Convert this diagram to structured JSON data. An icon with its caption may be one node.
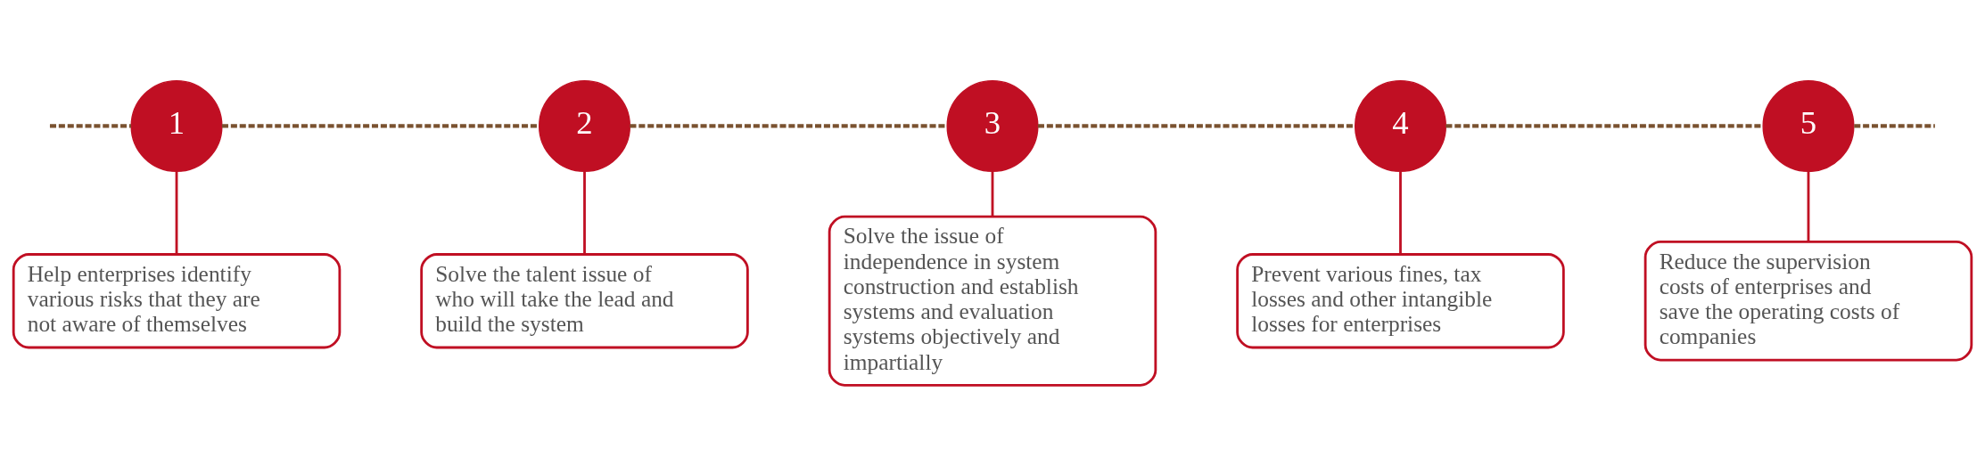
{
  "diagram": {
    "nodes": [
      {
        "text": [
          "1"
        ]
      },
      {
        "text": [
          "Help enterprises identify various risks that they are not aware of themselves"
        ]
      },
      {
        "text": [
          "2"
        ]
      },
      {
        "text": [
          "Solve the talent issue of who will take the lead and build the system"
        ]
      },
      {
        "text": [
          "3"
        ]
      },
      {
        "text": [
          "Solve the issue of independence in system construction and establish systems and evaluation systems objectively and impartially"
        ]
      },
      {
        "text": [
          "4"
        ]
      },
      {
        "text": [
          "Prevent various fines, tax losses and other intangible losses for enterprises"
        ]
      },
      {
        "text": [
          "5"
        ]
      },
      {
        "text": [
          "Reduce the supervision costs of enterprises and save the operating costs of companies"
        ]
      }
    ],
    "edges": [
      {
        "from": null,
        "to": 0,
        "arrow": "none",
        "style": "dashed",
        "color": "#7a5230"
      },
      {
        "from": 0,
        "to": 2,
        "arrow": "none",
        "style": "dashed",
        "color": "#7a5230"
      },
      {
        "from": 2,
        "to": 4,
        "arrow": "none",
        "style": "dashed",
        "color": "#7a5230"
      },
      {
        "from": 4,
        "to": 6,
        "arrow": "none",
        "style": "dashed",
        "color": "#7a5230"
      },
      {
        "from": 6,
        "to": 8,
        "arrow": "none",
        "style": "dashed",
        "color": "#7a5230"
      },
      {
        "from": 8,
        "to": null,
        "arrow": "none",
        "style": "dashed",
        "color": "#7a5230"
      },
      {
        "from": 0,
        "to": 1,
        "arrow": "none",
        "color": "#c00f23"
      },
      {
        "from": 2,
        "to": 3,
        "arrow": "none",
        "color": "#c00f23"
      },
      {
        "from": 4,
        "to": 5,
        "arrow": "none",
        "color": "#c00f23"
      },
      {
        "from": 6,
        "to": 7,
        "arrow": "none",
        "color": "#c00f23"
      },
      {
        "from": 8,
        "to": 9,
        "arrow": "none",
        "color": "#c00f23"
      }
    ]
  }
}
